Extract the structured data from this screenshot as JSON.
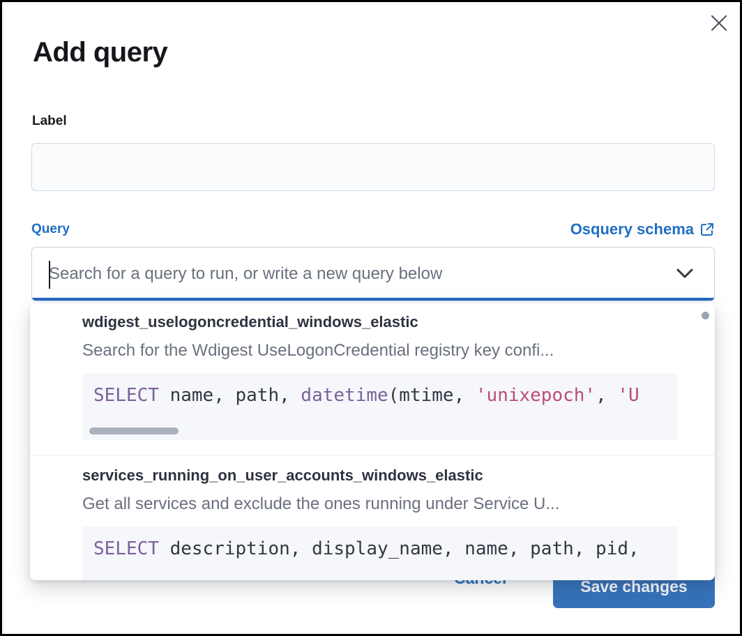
{
  "modal": {
    "title": "Add query",
    "label_field": {
      "label": "Label",
      "value": "",
      "placeholder": ""
    },
    "query_field": {
      "label": "Query",
      "schema_link_label": "Osquery schema",
      "input_value": "",
      "placeholder": "Search for a query to run, or write a new query below"
    },
    "dropdown": {
      "options": [
        {
          "title": "wdigest_uselogoncredential_windows_elastic",
          "description": "Search for the Wdigest UseLogonCredential registry key confi...",
          "code_tokens": [
            {
              "text": "SELECT",
              "type": "keyword"
            },
            {
              "text": " name, path, ",
              "type": "plain"
            },
            {
              "text": "datetime",
              "type": "keyword"
            },
            {
              "text": "(mtime, ",
              "type": "plain"
            },
            {
              "text": "'unixepoch'",
              "type": "string"
            },
            {
              "text": ", ",
              "type": "plain"
            },
            {
              "text": "'U",
              "type": "string"
            }
          ]
        },
        {
          "title": "services_running_on_user_accounts_windows_elastic",
          "description": "Get all services and exclude the ones running under Service U...",
          "code_tokens": [
            {
              "text": "SELECT",
              "type": "keyword"
            },
            {
              "text": " description, display_name, name, path, pid,",
              "type": "plain"
            }
          ]
        }
      ]
    },
    "footer": {
      "cancel_label": "Cancel",
      "save_label": "Save changes"
    },
    "icons": {
      "close": "close-icon",
      "external_link": "external-link-icon",
      "chevron_down": "chevron-down-icon"
    },
    "colors": {
      "primary_blue": "#1f6fc0",
      "focus_bar_blue": "#2468c2",
      "save_button_blue": "#3572b9",
      "code_keyword_purple": "#7c609c",
      "code_string_pink": "#bd4c74",
      "text_dark": "#343741",
      "text_gray": "#69707d",
      "border_gray": "#d3dae6",
      "code_bg": "#f5f7fa"
    }
  }
}
